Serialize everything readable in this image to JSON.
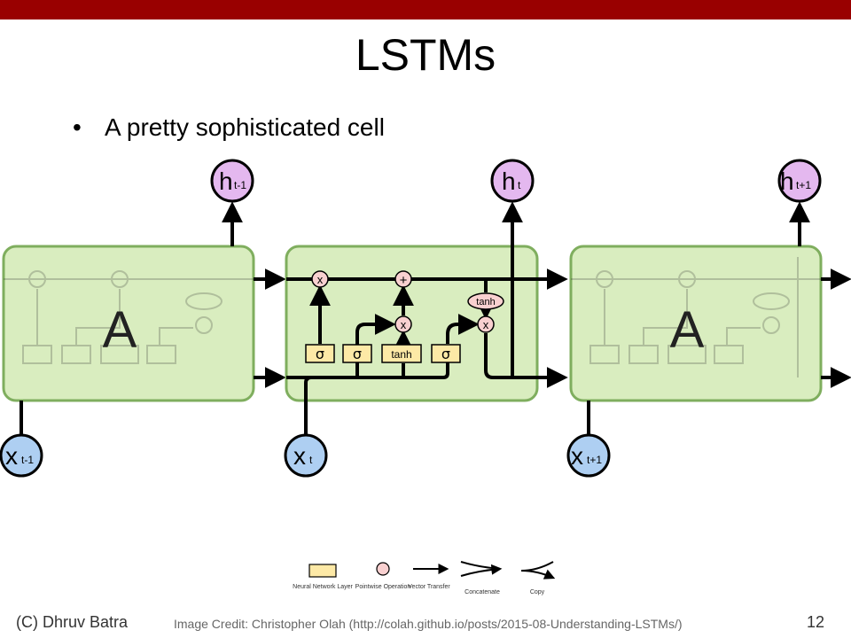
{
  "slide": {
    "title": "LSTMs",
    "bullet": "A pretty sophisticated cell",
    "footer_author": "(C) Dhruv Batra",
    "footer_credit": "Image Credit: Christopher Olah (http://colah.github.io/posts/2015-08-Understanding-LSTMs/)",
    "page_number": "12"
  },
  "diagram": {
    "cell_label": "A",
    "outputs": {
      "prev": {
        "base": "h",
        "sub": "t-1"
      },
      "curr": {
        "base": "h",
        "sub": "t"
      },
      "next": {
        "base": "h",
        "sub": "t+1"
      }
    },
    "inputs": {
      "prev": {
        "base": "x",
        "sub": "t-1"
      },
      "curr": {
        "base": "x",
        "sub": "t"
      },
      "next": {
        "base": "x",
        "sub": "t+1"
      }
    },
    "gates": {
      "sigma": "σ",
      "tanh": "tanh",
      "times": "x",
      "plus": "+"
    },
    "legend": {
      "layer": "Neural Network Layer",
      "op": "Pointwise Operation",
      "transfer": "Vector Transfer",
      "concat": "Concatenate",
      "copy": "Copy"
    },
    "colors": {
      "cell_fill": "#d9edbf",
      "cell_stroke": "#7fae5e",
      "h_node": "#e4b8ef",
      "x_node": "#aecff2",
      "layer_fill": "#fde9a6",
      "op_fill": "#f9d0d0",
      "header_bar": "#990000"
    }
  }
}
